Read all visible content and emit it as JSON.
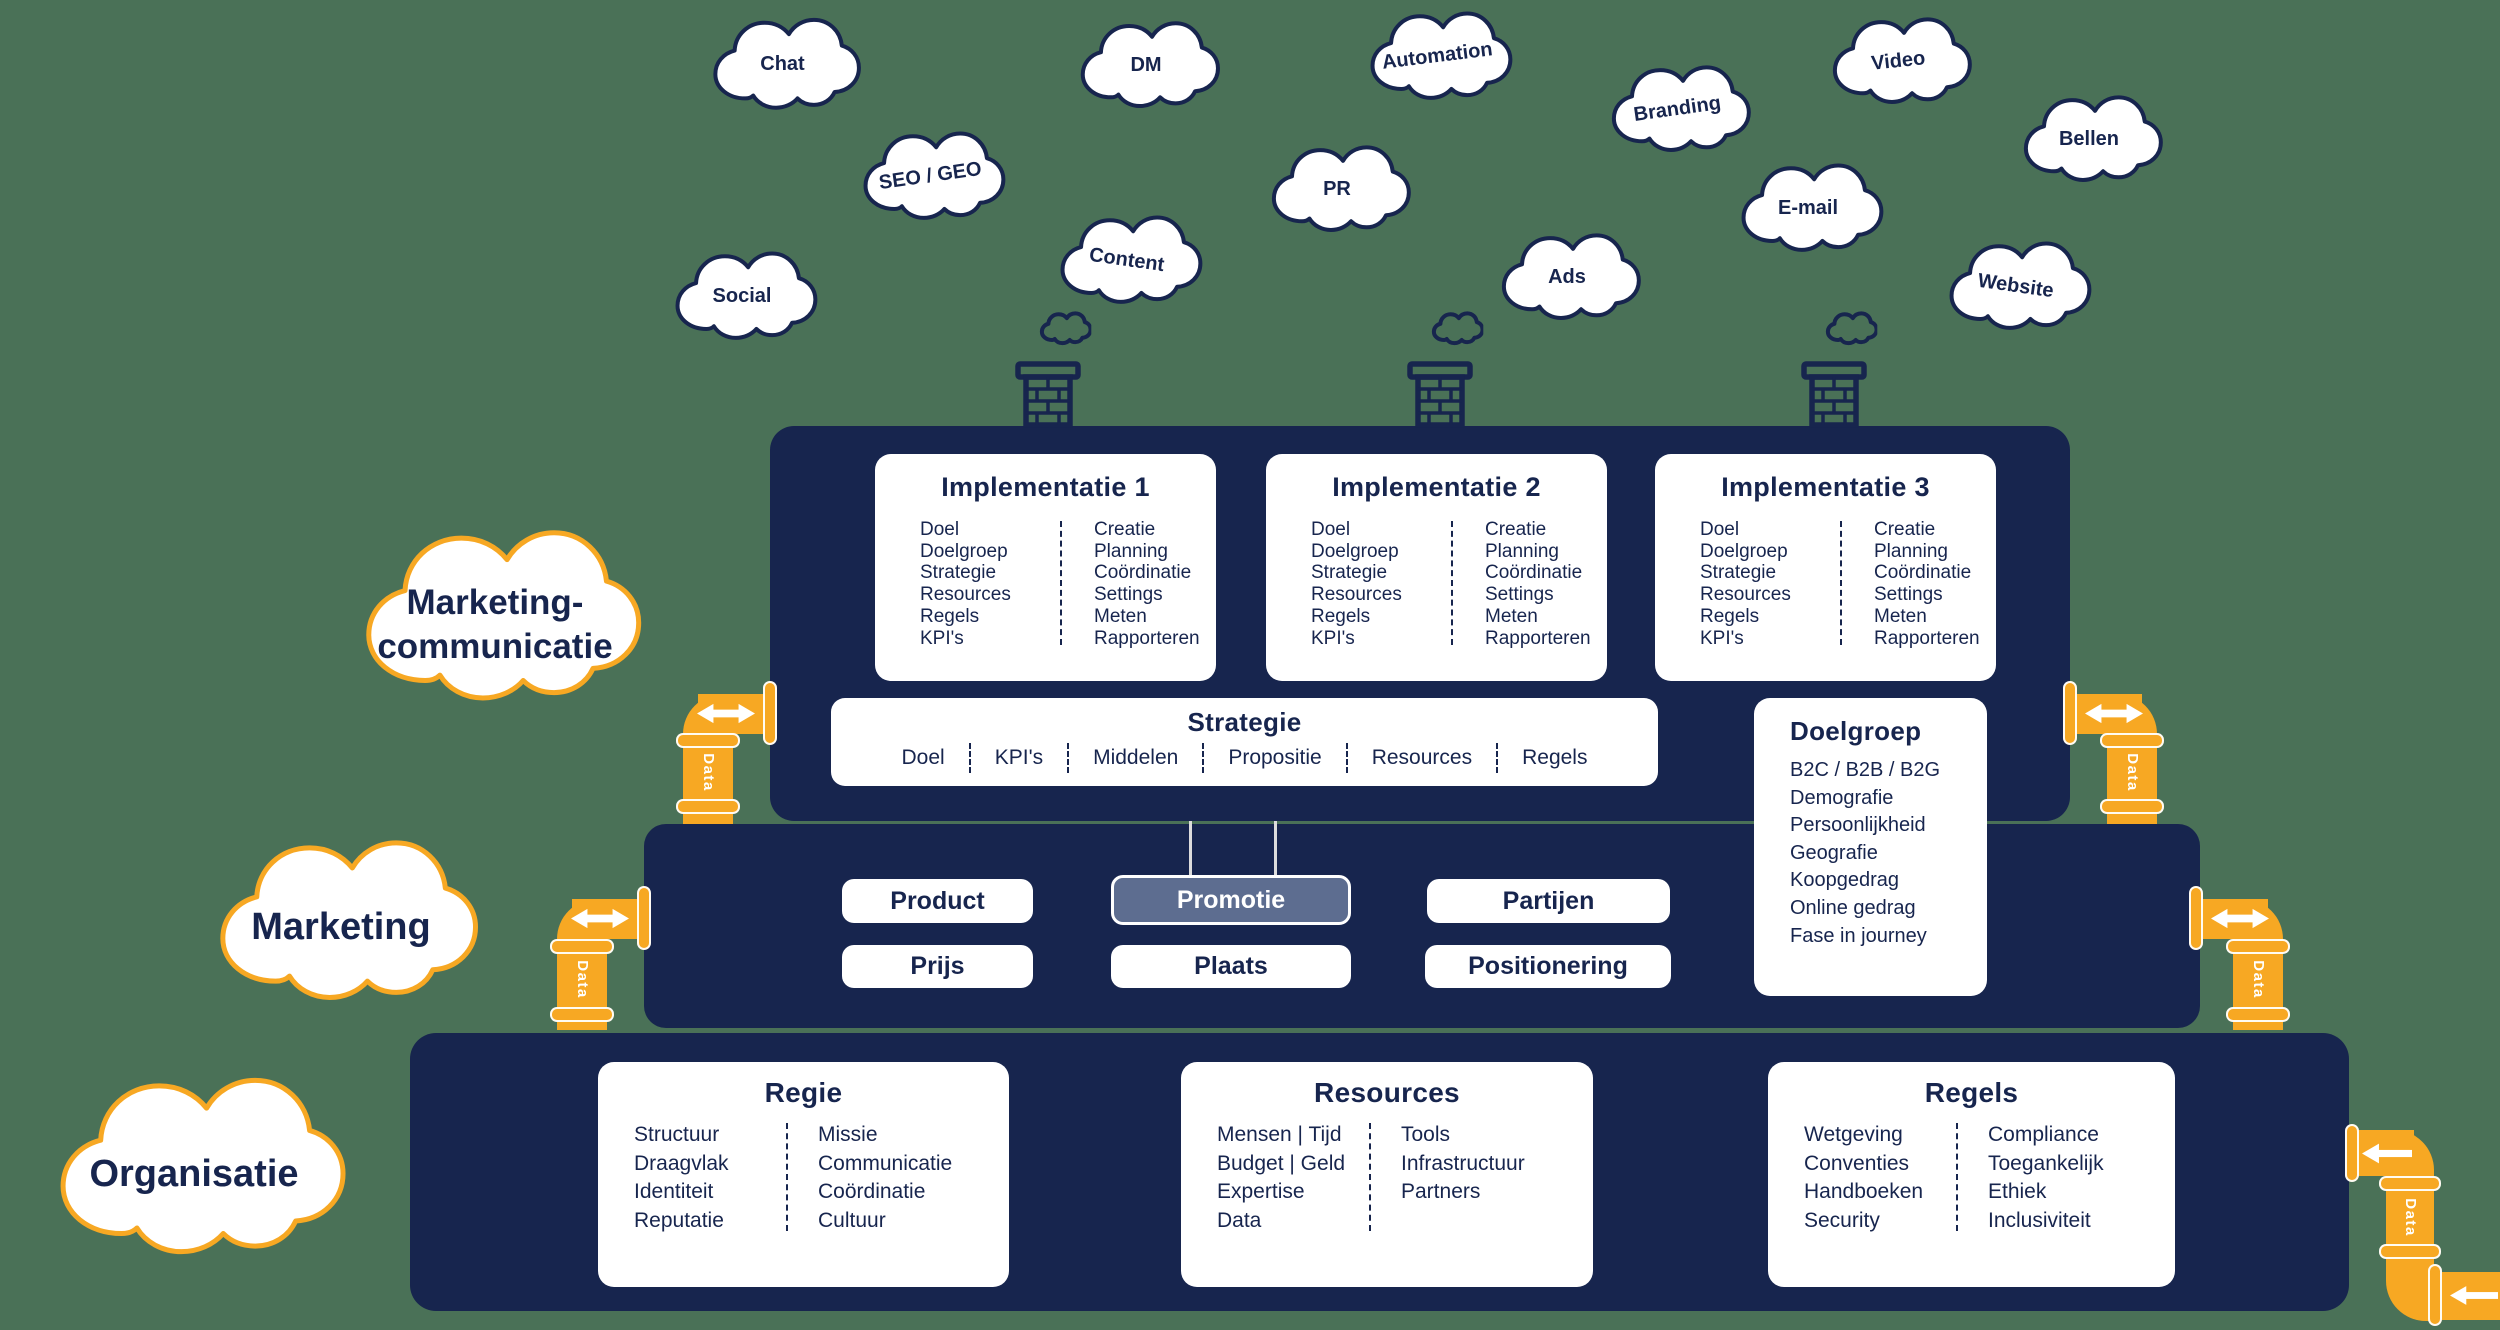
{
  "colors": {
    "navy": "#17254E",
    "orange": "#F7A823",
    "background_green": "#4A7157",
    "highlight_slate": "#5D6D90",
    "card_white": "#FFFFFF"
  },
  "clouds": [
    {
      "label": "Chat"
    },
    {
      "label": "DM"
    },
    {
      "label": "Automation"
    },
    {
      "label": "Video"
    },
    {
      "label": "Branding"
    },
    {
      "label": "Bellen"
    },
    {
      "label": "SEO / GEO"
    },
    {
      "label": "PR"
    },
    {
      "label": "E-mail"
    },
    {
      "label": "Content"
    },
    {
      "label": "Ads"
    },
    {
      "label": "Website"
    },
    {
      "label": "Social"
    }
  ],
  "level_clouds": {
    "marcom": {
      "line1": "Marketing-",
      "line2": "communicatie"
    },
    "marketing": {
      "label": "Marketing"
    },
    "organisatie": {
      "label": "Organisatie"
    }
  },
  "factory": {
    "implementations": [
      {
        "title": "Implementatie 1",
        "left": [
          "Doel",
          "Doelgroep",
          "Strategie",
          "Resources",
          "Regels",
          "KPI's"
        ],
        "right": [
          "Creatie",
          "Planning",
          "Coördinatie",
          "Settings",
          "Meten",
          "Rapporteren"
        ]
      },
      {
        "title": "Implementatie 2",
        "left": [
          "Doel",
          "Doelgroep",
          "Strategie",
          "Resources",
          "Regels",
          "KPI's"
        ],
        "right": [
          "Creatie",
          "Planning",
          "Coördinatie",
          "Settings",
          "Meten",
          "Rapporteren"
        ]
      },
      {
        "title": "Implementatie 3",
        "left": [
          "Doel",
          "Doelgroep",
          "Strategie",
          "Resources",
          "Regels",
          "KPI's"
        ],
        "right": [
          "Creatie",
          "Planning",
          "Coördinatie",
          "Settings",
          "Meten",
          "Rapporteren"
        ]
      }
    ],
    "strategie": {
      "title": "Strategie",
      "items": [
        "Doel",
        "KPI's",
        "Middelen",
        "Propositie",
        "Resources",
        "Regels"
      ]
    },
    "doelgroep": {
      "title": "Doelgroep",
      "items": [
        "B2C / B2B / B2G",
        "Demografie",
        "Persoonlijkheid",
        "Geografie",
        "Koopgedrag",
        "Online gedrag",
        "Fase in journey"
      ]
    },
    "marketing_pills": {
      "product": "Product",
      "promotie": "Promotie",
      "partijen": "Partijen",
      "prijs": "Prijs",
      "plaats": "Plaats",
      "positionering": "Positionering"
    },
    "org_cards": [
      {
        "title": "Regie",
        "left": [
          "Structuur",
          "Draagvlak",
          "Identiteit",
          "Reputatie"
        ],
        "right": [
          "Missie",
          "Communicatie",
          "Coördinatie",
          "Cultuur"
        ]
      },
      {
        "title": "Resources",
        "left": [
          "Mensen | Tijd",
          "Budget | Geld",
          "Expertise",
          "Data"
        ],
        "right": [
          "Tools",
          "Infrastructuur",
          "Partners"
        ]
      },
      {
        "title": "Regels",
        "left": [
          "Wetgeving",
          "Conventies",
          "Handboeken",
          "Security"
        ],
        "right": [
          "Compliance",
          "Toegankelijk",
          "Ethiek",
          "Inclusiviteit"
        ]
      }
    ]
  },
  "pipes": {
    "data_label": "Data"
  }
}
